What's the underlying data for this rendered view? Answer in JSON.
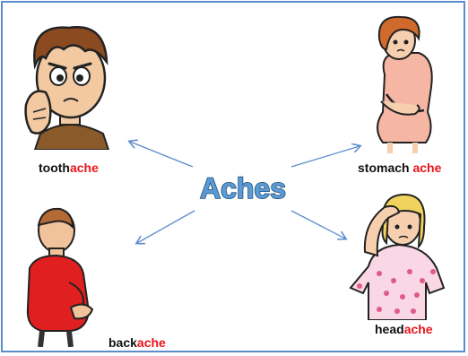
{
  "title": "Aches",
  "items": [
    {
      "prefix": "tooth",
      "suffix": "ache"
    },
    {
      "prefix": "stomach ",
      "suffix": "ache"
    },
    {
      "prefix": "back",
      "suffix": "ache"
    },
    {
      "prefix": "head",
      "suffix": "ache"
    }
  ],
  "colors": {
    "frame": "#5b8ccd",
    "arrow": "#5b8ccd",
    "highlight": "#e8141b",
    "title_fill": "#5b9bd5",
    "title_stroke": "#1f4e79"
  }
}
